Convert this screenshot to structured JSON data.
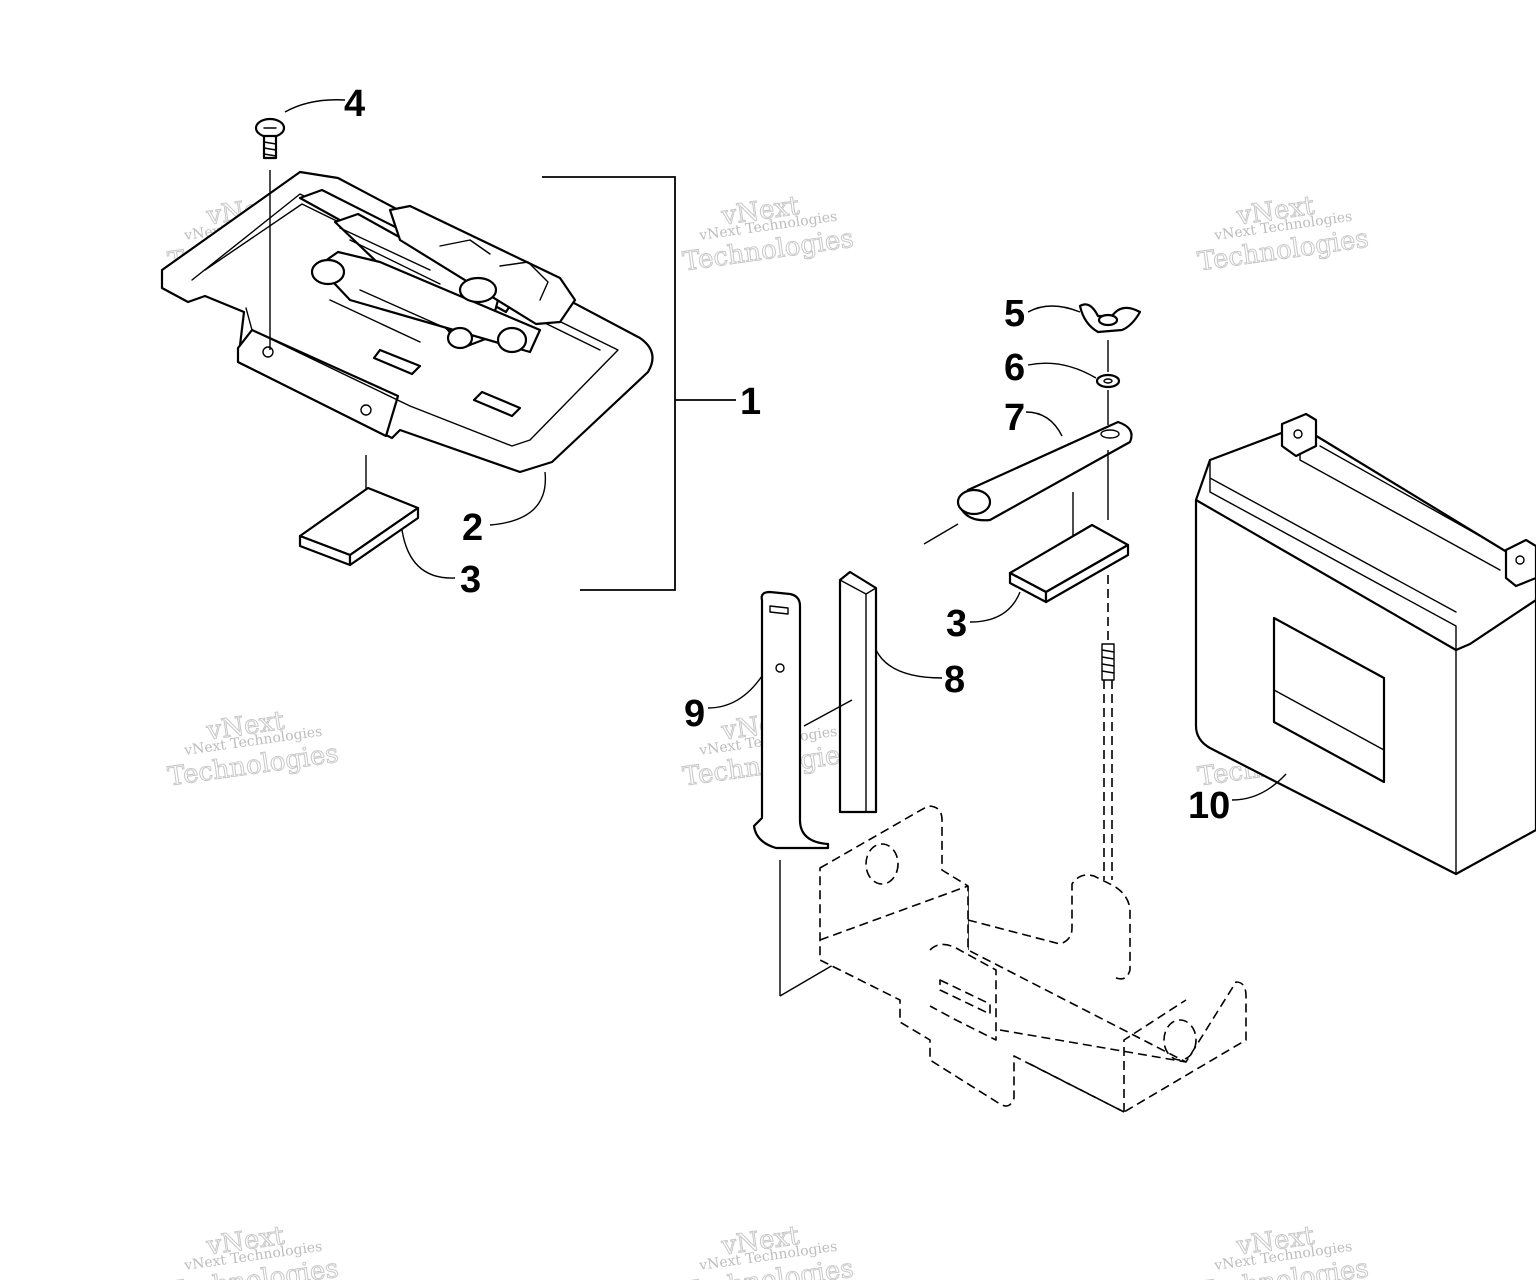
{
  "callouts": [
    {
      "num": "1"
    },
    {
      "num": "2"
    },
    {
      "num": "3"
    },
    {
      "num": "4"
    },
    {
      "num": "5"
    },
    {
      "num": "6"
    },
    {
      "num": "7"
    },
    {
      "num": "3"
    },
    {
      "num": "8"
    },
    {
      "num": "9"
    },
    {
      "num": "10"
    }
  ],
  "watermark": {
    "line1": "vNext Technologies",
    "line2": "vNext",
    "line3": "Technologies"
  },
  "colors": {
    "ink": "#000000",
    "paper": "#ffffff",
    "watermark": "#c0c0c0"
  }
}
